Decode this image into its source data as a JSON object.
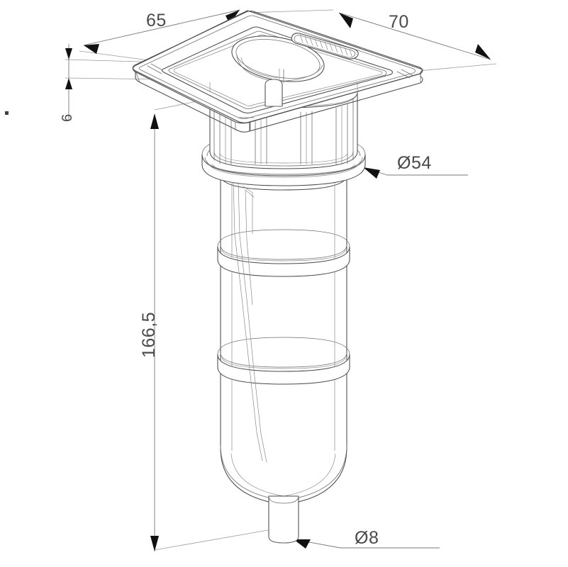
{
  "drawing": {
    "type": "isometric-technical-drawing",
    "subject": "recessed ground luminaire with square flange and cylindrical body",
    "units": "mm",
    "background_color": "#ffffff",
    "line_color": "#4a4a4a",
    "text_color": "#4a4a4a"
  },
  "dimensions": {
    "width_65": {
      "label": "65",
      "value": 65,
      "axis": "flange-width-left-diagonal"
    },
    "depth_70": {
      "label": "70",
      "value": 70,
      "axis": "flange-depth-right-diagonal"
    },
    "thickness_6": {
      "label": "6",
      "value": 6,
      "axis": "flange-thickness-vertical"
    },
    "height_1665": {
      "label": "166,5",
      "value": 166.5,
      "axis": "overall-height-vertical"
    },
    "diameter_54": {
      "label": "Ø54",
      "value": 54,
      "axis": "upper-collar-diameter"
    },
    "diameter_8": {
      "label": "Ø8",
      "value": 8,
      "axis": "bottom-stem-diameter"
    }
  },
  "annotations": {
    "leader_d54_target": "upper flange ring",
    "leader_d8_target": "bottom cable stem"
  }
}
